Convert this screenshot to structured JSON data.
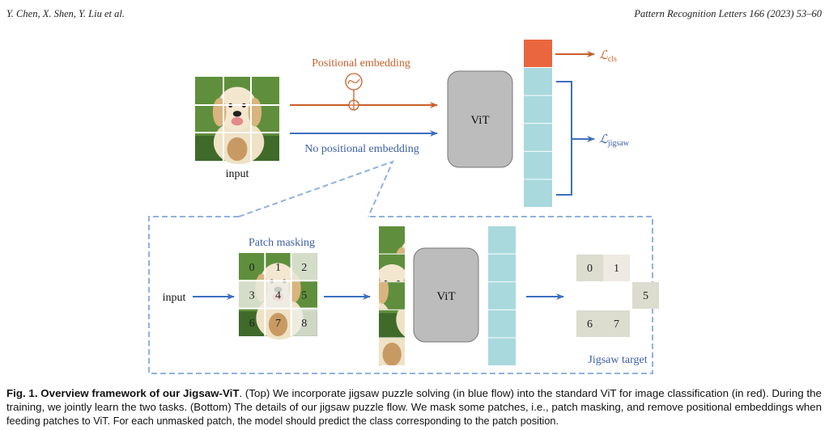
{
  "header": {
    "authors": "Y. Chen, X. Shen, Y. Liu et al.",
    "journal": "Pattern Recognition Letters 166 (2023) 53–60"
  },
  "figure": {
    "top": {
      "input_label": "input",
      "positional_embedding_label": "Positional embedding",
      "no_positional_embedding_label": "No positional embedding",
      "vit_label": "ViT",
      "loss_cls": "ℒ",
      "loss_cls_sub": "cls",
      "loss_jigsaw": "ℒ",
      "loss_jigsaw_sub": "jigsaw"
    },
    "bottom": {
      "input_label": "input",
      "patch_masking_label": "Patch masking",
      "patch_numbers": [
        "0",
        "1",
        "2",
        "3",
        "4",
        "5",
        "6",
        "7",
        "8"
      ],
      "masked_patches": [
        2,
        3,
        4,
        8
      ],
      "vit_label": "ViT",
      "jigsaw_target_label": "Jigsaw target",
      "target_numbers": [
        "0",
        "1",
        "5",
        "6",
        "7"
      ]
    },
    "colors": {
      "red_flow": "#c8602a",
      "blue_flow": "#3d6fc0",
      "cls_token": "#e9663f",
      "patch_token": "#a9d9dd",
      "vit_box": "#bcbcbc",
      "dashed_box": "#8fb3e0"
    }
  },
  "caption": {
    "label": "Fig. 1.",
    "title": "Overview framework of our Jigsaw-ViT",
    "line1_rest": ". (Top) We incorporate jigsaw puzzle solving (in blue flow) into the standard ViT for image classification (in red). During the",
    "line2": "training, we jointly learn the two tasks. (Bottom) The details of our jigsaw puzzle flow. We mask some patches, i.e., patch masking, and remove positional embeddings when",
    "line3": "feeding patches to ViT. For each unmasked patch, the model should predict the class corresponding to the patch position."
  }
}
